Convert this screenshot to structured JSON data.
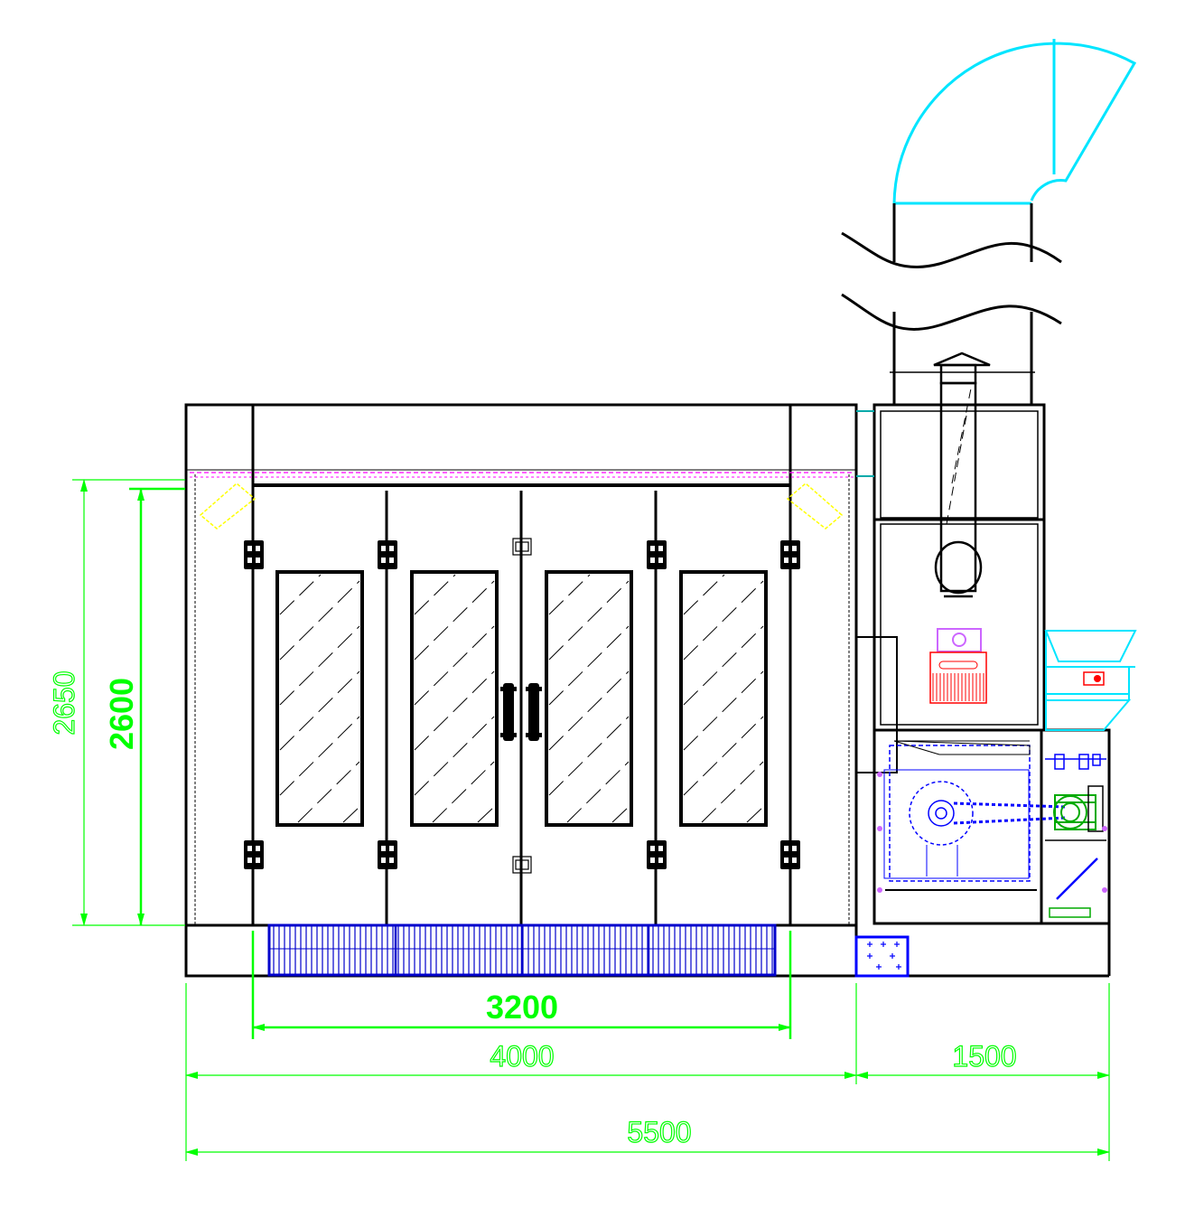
{
  "drawing": {
    "dimensions": {
      "door_height_total": "2650",
      "door_height_inner": "2600",
      "door_width": "3200",
      "booth_length": "4000",
      "unit_length": "1500",
      "overall_length": "5500"
    },
    "colors": {
      "outline": "#000000",
      "dimension": "#00ff00",
      "duct": "#00e5ff",
      "grating": "#0000cc",
      "burner": "#ff0000",
      "burner_top": "#cc66ff",
      "motor": "#00aa00",
      "light": "#ffff00",
      "magenta": "#ff00ff",
      "fan": "#0000ff"
    }
  }
}
